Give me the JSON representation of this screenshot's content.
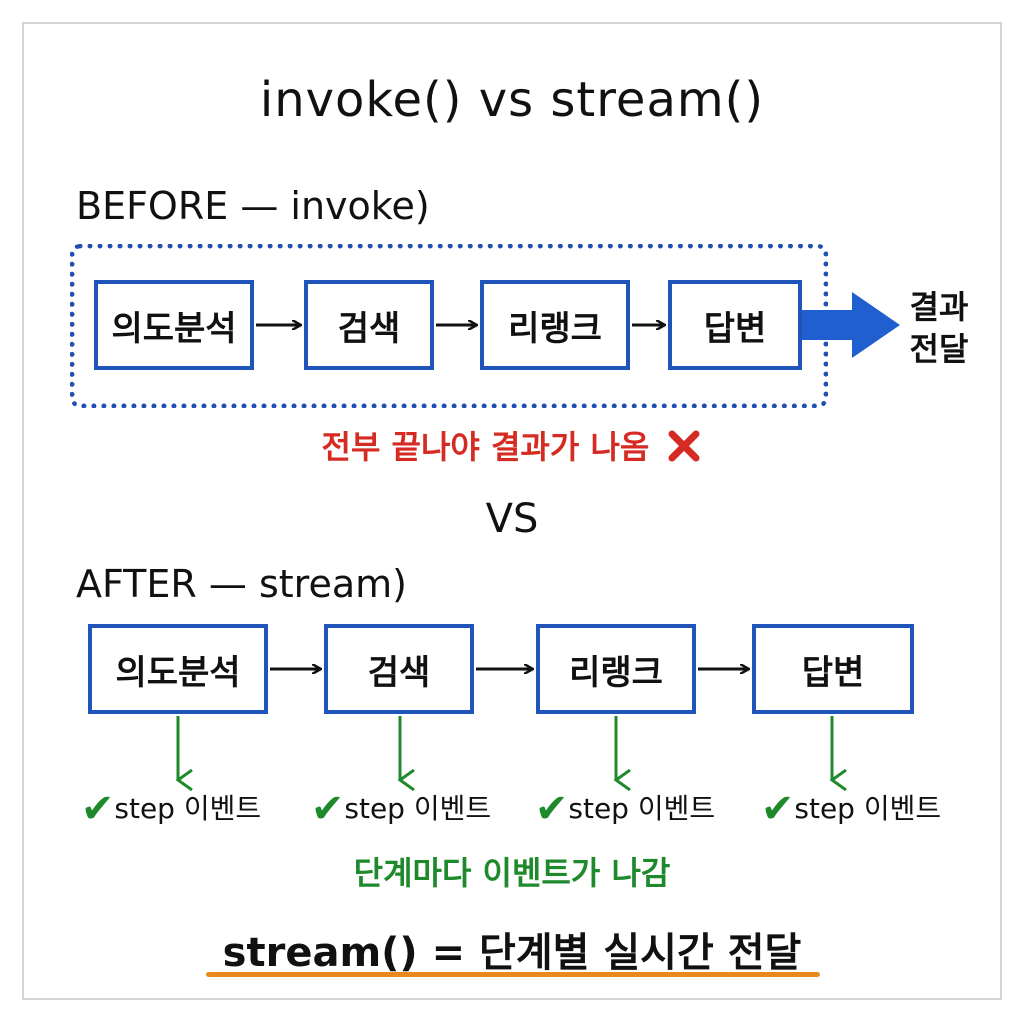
{
  "title": "invoke() vs stream()",
  "before": {
    "label": "BEFORE — invoke)",
    "steps": [
      "의도분석",
      "검색",
      "리랭크",
      "답변"
    ],
    "result_line1": "결과",
    "result_line2": "전달",
    "note": "전부 끝나야 결과가 나옴",
    "note_icon": "x-mark-icon"
  },
  "vs_label": "VS",
  "after": {
    "label": "AFTER — stream)",
    "steps": [
      "의도분석",
      "검색",
      "리랭크",
      "답변"
    ],
    "event_label": "step 이벤트",
    "event_icon": "check-icon",
    "note": "단계마다 이벤트가 나감"
  },
  "summary": "stream() = 단계별 실시간 전달",
  "colors": {
    "box_border": "#1f55b8",
    "dotted_border": "#1f4fb0",
    "result_arrow": "#1f5fd0",
    "red_note": "#d62b22",
    "green": "#1e8a2c",
    "underline": "#e88a1a"
  }
}
